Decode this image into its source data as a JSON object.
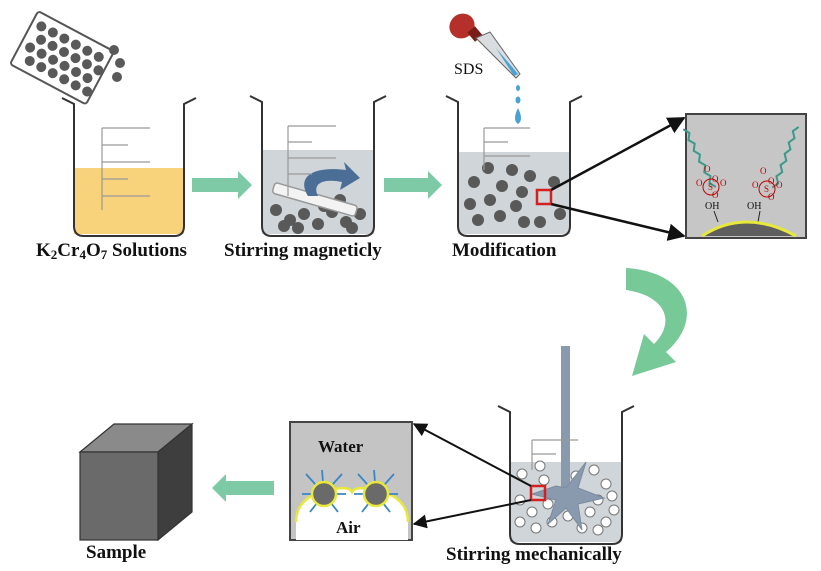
{
  "labels": {
    "step1": {
      "parts": [
        {
          "t": "K",
          "sub": false
        },
        {
          "t": "2",
          "sub": true
        },
        {
          "t": "Cr",
          "sub": false
        },
        {
          "t": "4",
          "sub": true
        },
        {
          "t": "O",
          "sub": false
        },
        {
          "t": "7",
          "sub": true
        },
        {
          "t": " Solutions",
          "sub": false
        }
      ]
    },
    "step2": "Stirring magneticly",
    "step3": "Modification",
    "step4": "Stirring mechanically",
    "step5": "Sample",
    "dropper": "SDS",
    "inset_oh_left": "OH",
    "inset_oh_right": "OH",
    "inset_water": "Water",
    "inset_air": "Air"
  },
  "colors": {
    "solution": "#f8d37c",
    "liquid_gray": "#cfd5d8",
    "particle": "#595959",
    "arrow_green": "#7ec9a6",
    "curve_green": "#5fbf86",
    "stir_arrow": "#4a6e96",
    "dropper_red": "#b5302a",
    "drop_blue": "#4aa2d4",
    "highlight": "#e8e83c",
    "frame_red": "#d42020",
    "sulfate_red": "#c00000"
  }
}
